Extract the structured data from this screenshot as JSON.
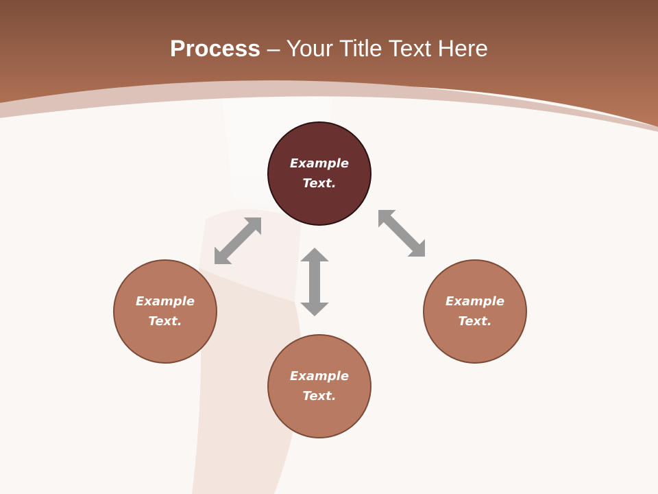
{
  "title": {
    "bold": "Process",
    "rest": " – Your Title Text Here"
  },
  "nodes": [
    {
      "line1": "Example",
      "line2": "Text."
    },
    {
      "line1": "Example",
      "line2": "Text."
    },
    {
      "line1": "Example",
      "line2": "Text."
    },
    {
      "line1": "Example",
      "line2": "Text."
    }
  ],
  "colors": {
    "header": "#b5765a",
    "main_node": "#6a3131",
    "sub_node": "#b87a60",
    "arrow": "#9a9a9a"
  }
}
